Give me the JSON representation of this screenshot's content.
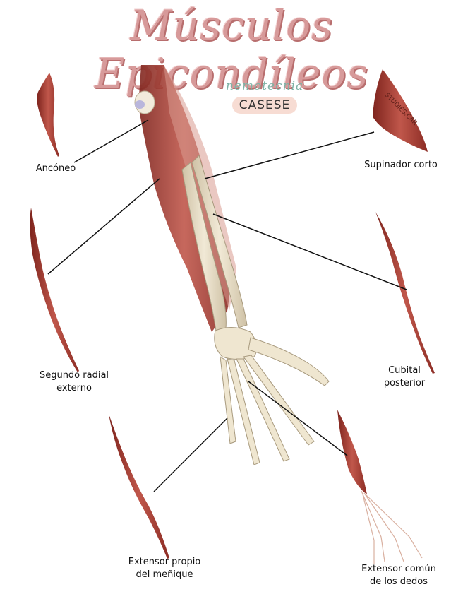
{
  "title": "Músculos Epicondíleos",
  "subtitle": "nemotecnia",
  "mnemonic": "CASESE",
  "watermark": "STUDIES.CAR",
  "labels": {
    "anconeo": "Ancóneo",
    "supinador": "Supinador corto",
    "segundo_radial_l1": "Segundo radial",
    "segundo_radial_l2": "externo",
    "cubital_l1": "Cubital",
    "cubital_l2": "posterior",
    "menique_l1": "Extensor propio",
    "menique_l2": "del meñique",
    "comun_l1": "Extensor común",
    "comun_l2": "de los dedos"
  },
  "colors": {
    "title": "#d79a9a",
    "muscle": "#a43a30",
    "muscle_light": "#c86a5c",
    "bone": "#e7dcc4",
    "line": "#111111",
    "badge": "#f7dcd3",
    "subtitle": "#7fb3a6"
  }
}
